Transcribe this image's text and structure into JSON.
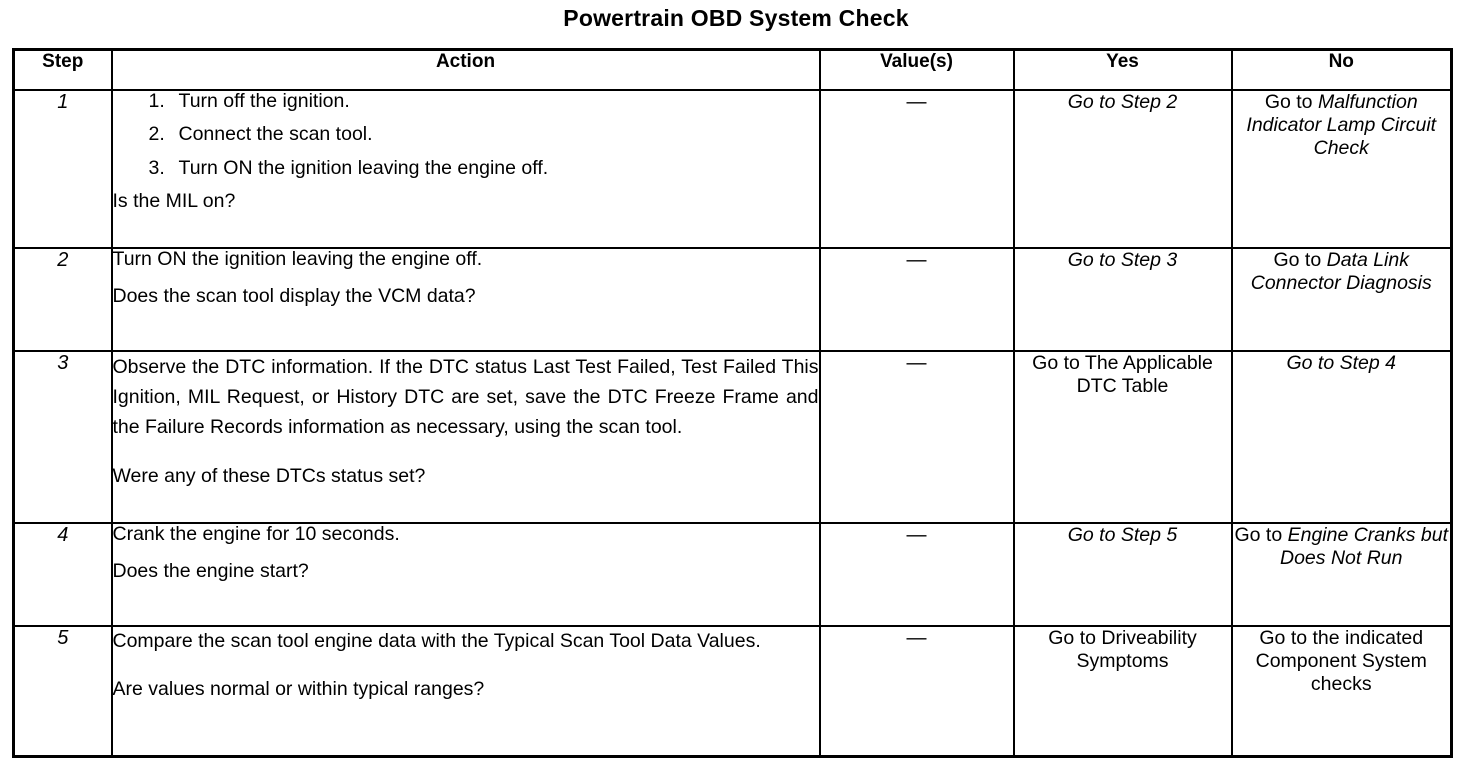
{
  "document": {
    "title": "Powertrain OBD System Check"
  },
  "table": {
    "headers": {
      "step": "Step",
      "action": "Action",
      "value": "Value(s)",
      "yes": "Yes",
      "no": "No"
    },
    "rows": [
      {
        "step": "1",
        "action": {
          "numbered": [
            {
              "num": "1.",
              "text": "Turn off the ignition."
            },
            {
              "num": "2.",
              "text": "Connect the scan tool."
            },
            {
              "num": "3.",
              "text": "Turn ON the ignition leaving the engine off."
            }
          ],
          "question": "Is the MIL on?"
        },
        "value": "—",
        "yes_plain": "Go to Step 2",
        "no_prefix": "Go to ",
        "no_italic": "Malfunction Indicator Lamp Circuit Check"
      },
      {
        "step": "2",
        "action": {
          "lines": [
            "Turn ON the ignition leaving the engine off.",
            "Does the scan tool display the VCM data?"
          ]
        },
        "value": "—",
        "yes_plain": "Go to Step 3",
        "no_prefix": "Go to ",
        "no_italic": "Data Link Connector Diagnosis"
      },
      {
        "step": "3",
        "action": {
          "paragraph": "Observe the DTC information. If the DTC status Last Test Failed, Test Failed This Ignition, MIL Request, or History DTC are set, save the DTC Freeze Frame and the Failure Records information as necessary, using the scan tool.",
          "question": "Were any of these DTCs status set?"
        },
        "value": "—",
        "yes_text": "Go to The Applicable DTC Table",
        "no_text": "Go to Step 4"
      },
      {
        "step": "4",
        "action": {
          "lines": [
            "Crank the engine for 10 seconds.",
            "Does the engine start?"
          ]
        },
        "value": "—",
        "yes_plain": "Go to Step 5",
        "no_prefix": "Go to ",
        "no_italic": "Engine Cranks but Does Not Run"
      },
      {
        "step": "5",
        "action": {
          "paragraph": "Compare the scan tool engine data with the Typical Scan Tool Data Values.",
          "question": "Are values normal or within typical ranges?"
        },
        "value": "—",
        "yes_text": "Go to Driveability Symptoms",
        "no_text": "Go to the indicated Component System checks"
      }
    ]
  }
}
